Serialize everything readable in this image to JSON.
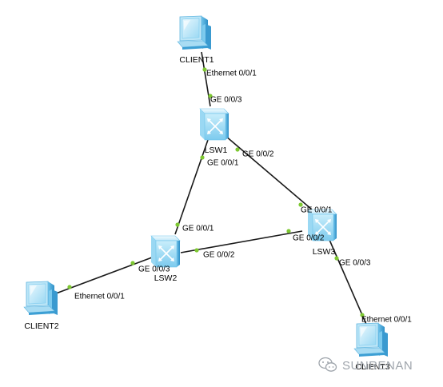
{
  "devices": {
    "client1": {
      "label": "CLIENT1",
      "icon": "pc-icon"
    },
    "client2": {
      "label": "CLIENT2",
      "icon": "pc-icon"
    },
    "client3": {
      "label": "CLIENT3",
      "icon": "pc-icon"
    },
    "lsw1": {
      "label": "LSW1",
      "icon": "switch-icon"
    },
    "lsw2": {
      "label": "LSW2",
      "icon": "switch-icon"
    },
    "lsw3": {
      "label": "LSW3",
      "icon": "switch-icon"
    }
  },
  "links": [
    {
      "a": "client1",
      "a_port": "Ethernet 0/0/1",
      "b": "lsw1",
      "b_port": "GE 0/0/3"
    },
    {
      "a": "lsw1",
      "a_port": "GE 0/0/1",
      "b": "lsw2",
      "b_port": "GE 0/0/1"
    },
    {
      "a": "lsw1",
      "a_port": "GE 0/0/2",
      "b": "lsw3",
      "b_port": "GE 0/0/1"
    },
    {
      "a": "lsw2",
      "a_port": "GE 0/0/2",
      "b": "lsw3",
      "b_port": "GE 0/0/2"
    },
    {
      "a": "lsw2",
      "a_port": "GE 0/0/3",
      "b": "client2",
      "b_port": "Ethernet 0/0/1"
    },
    {
      "a": "lsw3",
      "a_port": "GE 0/0/3",
      "b": "client3",
      "b_port": "Ethernet 0/0/1"
    }
  ],
  "watermark": {
    "text": "SUNRENAN",
    "icon": "wechat-icon"
  },
  "colors": {
    "link": "#1a1a1a",
    "port_dot": "#7ec832",
    "device_light": "#d8f1fb",
    "device_mid": "#8fd4f2",
    "device_dark": "#3c9fd4"
  }
}
